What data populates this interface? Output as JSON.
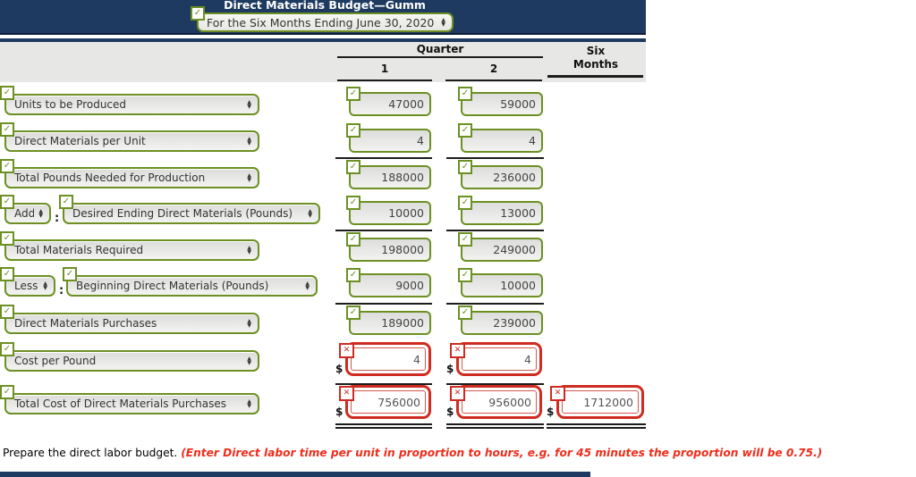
{
  "colors": {
    "navy": "#1e3a60",
    "green": "#6c9023",
    "red": "#cf2b20",
    "red_text": "#ee2d1c"
  },
  "icons": {
    "checkmark": "✓",
    "cross": "✕",
    "spinner_up": "▲",
    "spinner_down": "▼",
    "dollar": "$"
  },
  "header": {
    "title": "Direct Materials Budget—Gumm",
    "period_select": "For the Six Months Ending June 30, 2020"
  },
  "table_header": {
    "quarter": "Quarter",
    "col1": "1",
    "col2": "2",
    "six_months": "Six Months"
  },
  "rows": [
    {
      "label": "Units to be Produced",
      "q1": "47000",
      "q2": "59000",
      "status": "correct"
    },
    {
      "label": "Direct Materials per Unit",
      "q1": "4",
      "q2": "4",
      "status": "correct"
    },
    {
      "label": "Total Pounds Needed for Production",
      "q1": "188000",
      "q2": "236000",
      "status": "correct",
      "line_above": true
    },
    {
      "prefix": "Add",
      "label": "Desired Ending Direct Materials (Pounds)",
      "q1": "10000",
      "q2": "13000",
      "status": "correct"
    },
    {
      "label": "Total Materials Required",
      "q1": "198000",
      "q2": "249000",
      "status": "correct",
      "line_above": true
    },
    {
      "prefix": "Less",
      "label": "Beginning Direct Materials (Pounds)",
      "q1": "9000",
      "q2": "10000",
      "status": "correct"
    },
    {
      "label": "Direct Materials Purchases",
      "q1": "189000",
      "q2": "239000",
      "status": "correct",
      "line_above": true
    },
    {
      "label": "Cost per Pound",
      "q1": "4",
      "q2": "4",
      "status": "incorrect",
      "currency": true
    },
    {
      "label": "Total Cost of Direct Materials Purchases",
      "q1": "756000",
      "q2": "956000",
      "six": "1712000",
      "status": "incorrect",
      "currency": true,
      "line_above": true,
      "double_underline": true
    }
  ],
  "footer": {
    "instruction_prefix": "Prepare the direct labor budget. ",
    "instruction_emphasis": "(Enter Direct labor time per unit in proportion to hours, e.g. for 45 minutes the proportion will be 0.75.)"
  }
}
